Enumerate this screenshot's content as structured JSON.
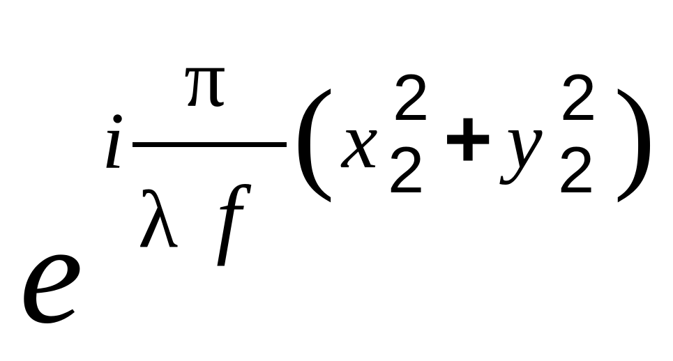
{
  "formula": {
    "base": "e",
    "exponent": {
      "coefficient": "i",
      "fraction": {
        "numerator": "π",
        "denominator_lambda": "λ",
        "denominator_f": "f"
      },
      "open_paren": "(",
      "term1": {
        "variable": "x",
        "subscript": "2",
        "superscript": "2"
      },
      "plus": "+",
      "term2": {
        "variable": "y",
        "subscript": "2",
        "superscript": "2"
      },
      "close_paren": ")"
    }
  }
}
